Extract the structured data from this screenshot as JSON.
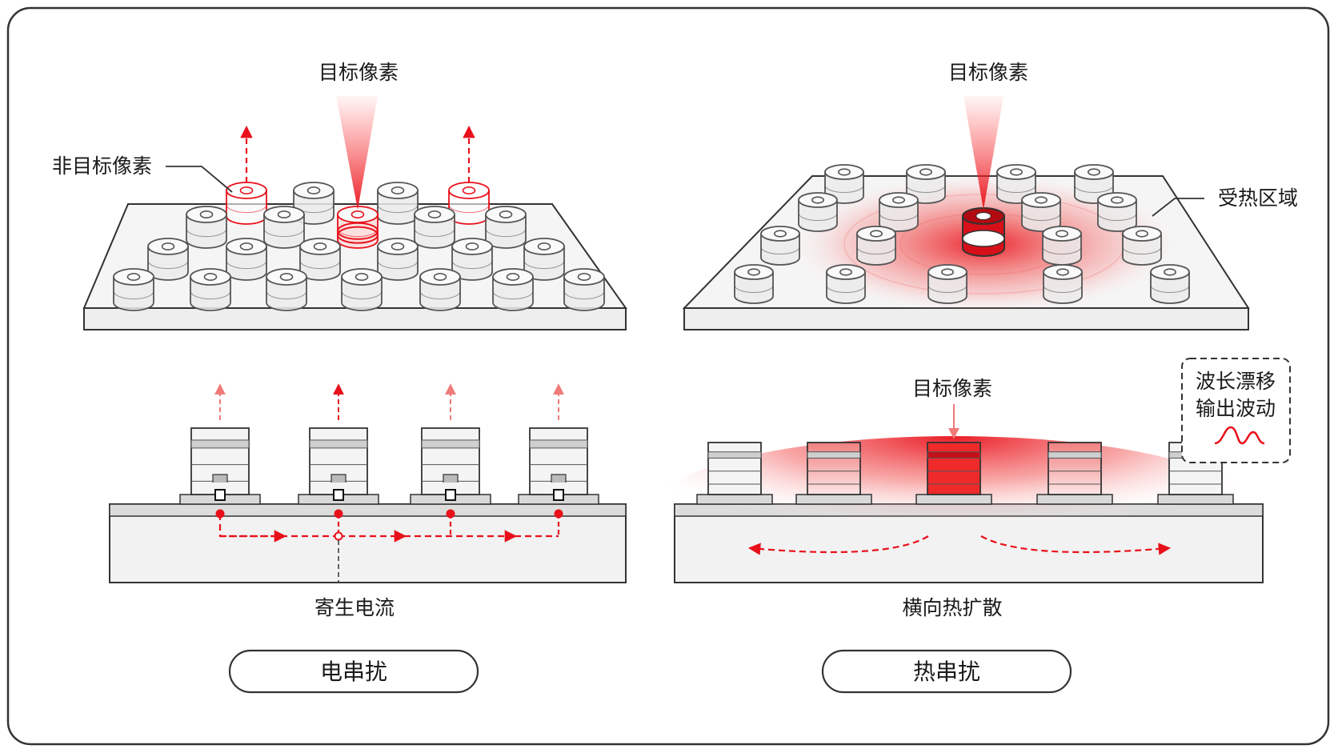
{
  "left": {
    "target_label": "目标像素",
    "nontarget_label": "非目标像素",
    "section_caption": "寄生电流",
    "button_label": "电串扰"
  },
  "right": {
    "target_label": "目标像素",
    "heated_label": "受热区域",
    "section_target_label": "目标像素",
    "drift_box_line1": "波长漂移",
    "drift_box_line2": "输出波动",
    "section_caption": "横向热扩散",
    "button_label": "热串扰"
  },
  "colors": {
    "accent_red": "#e8101a",
    "pillar_outline": "#555555",
    "substrate_fill": "#f2f2f2"
  }
}
